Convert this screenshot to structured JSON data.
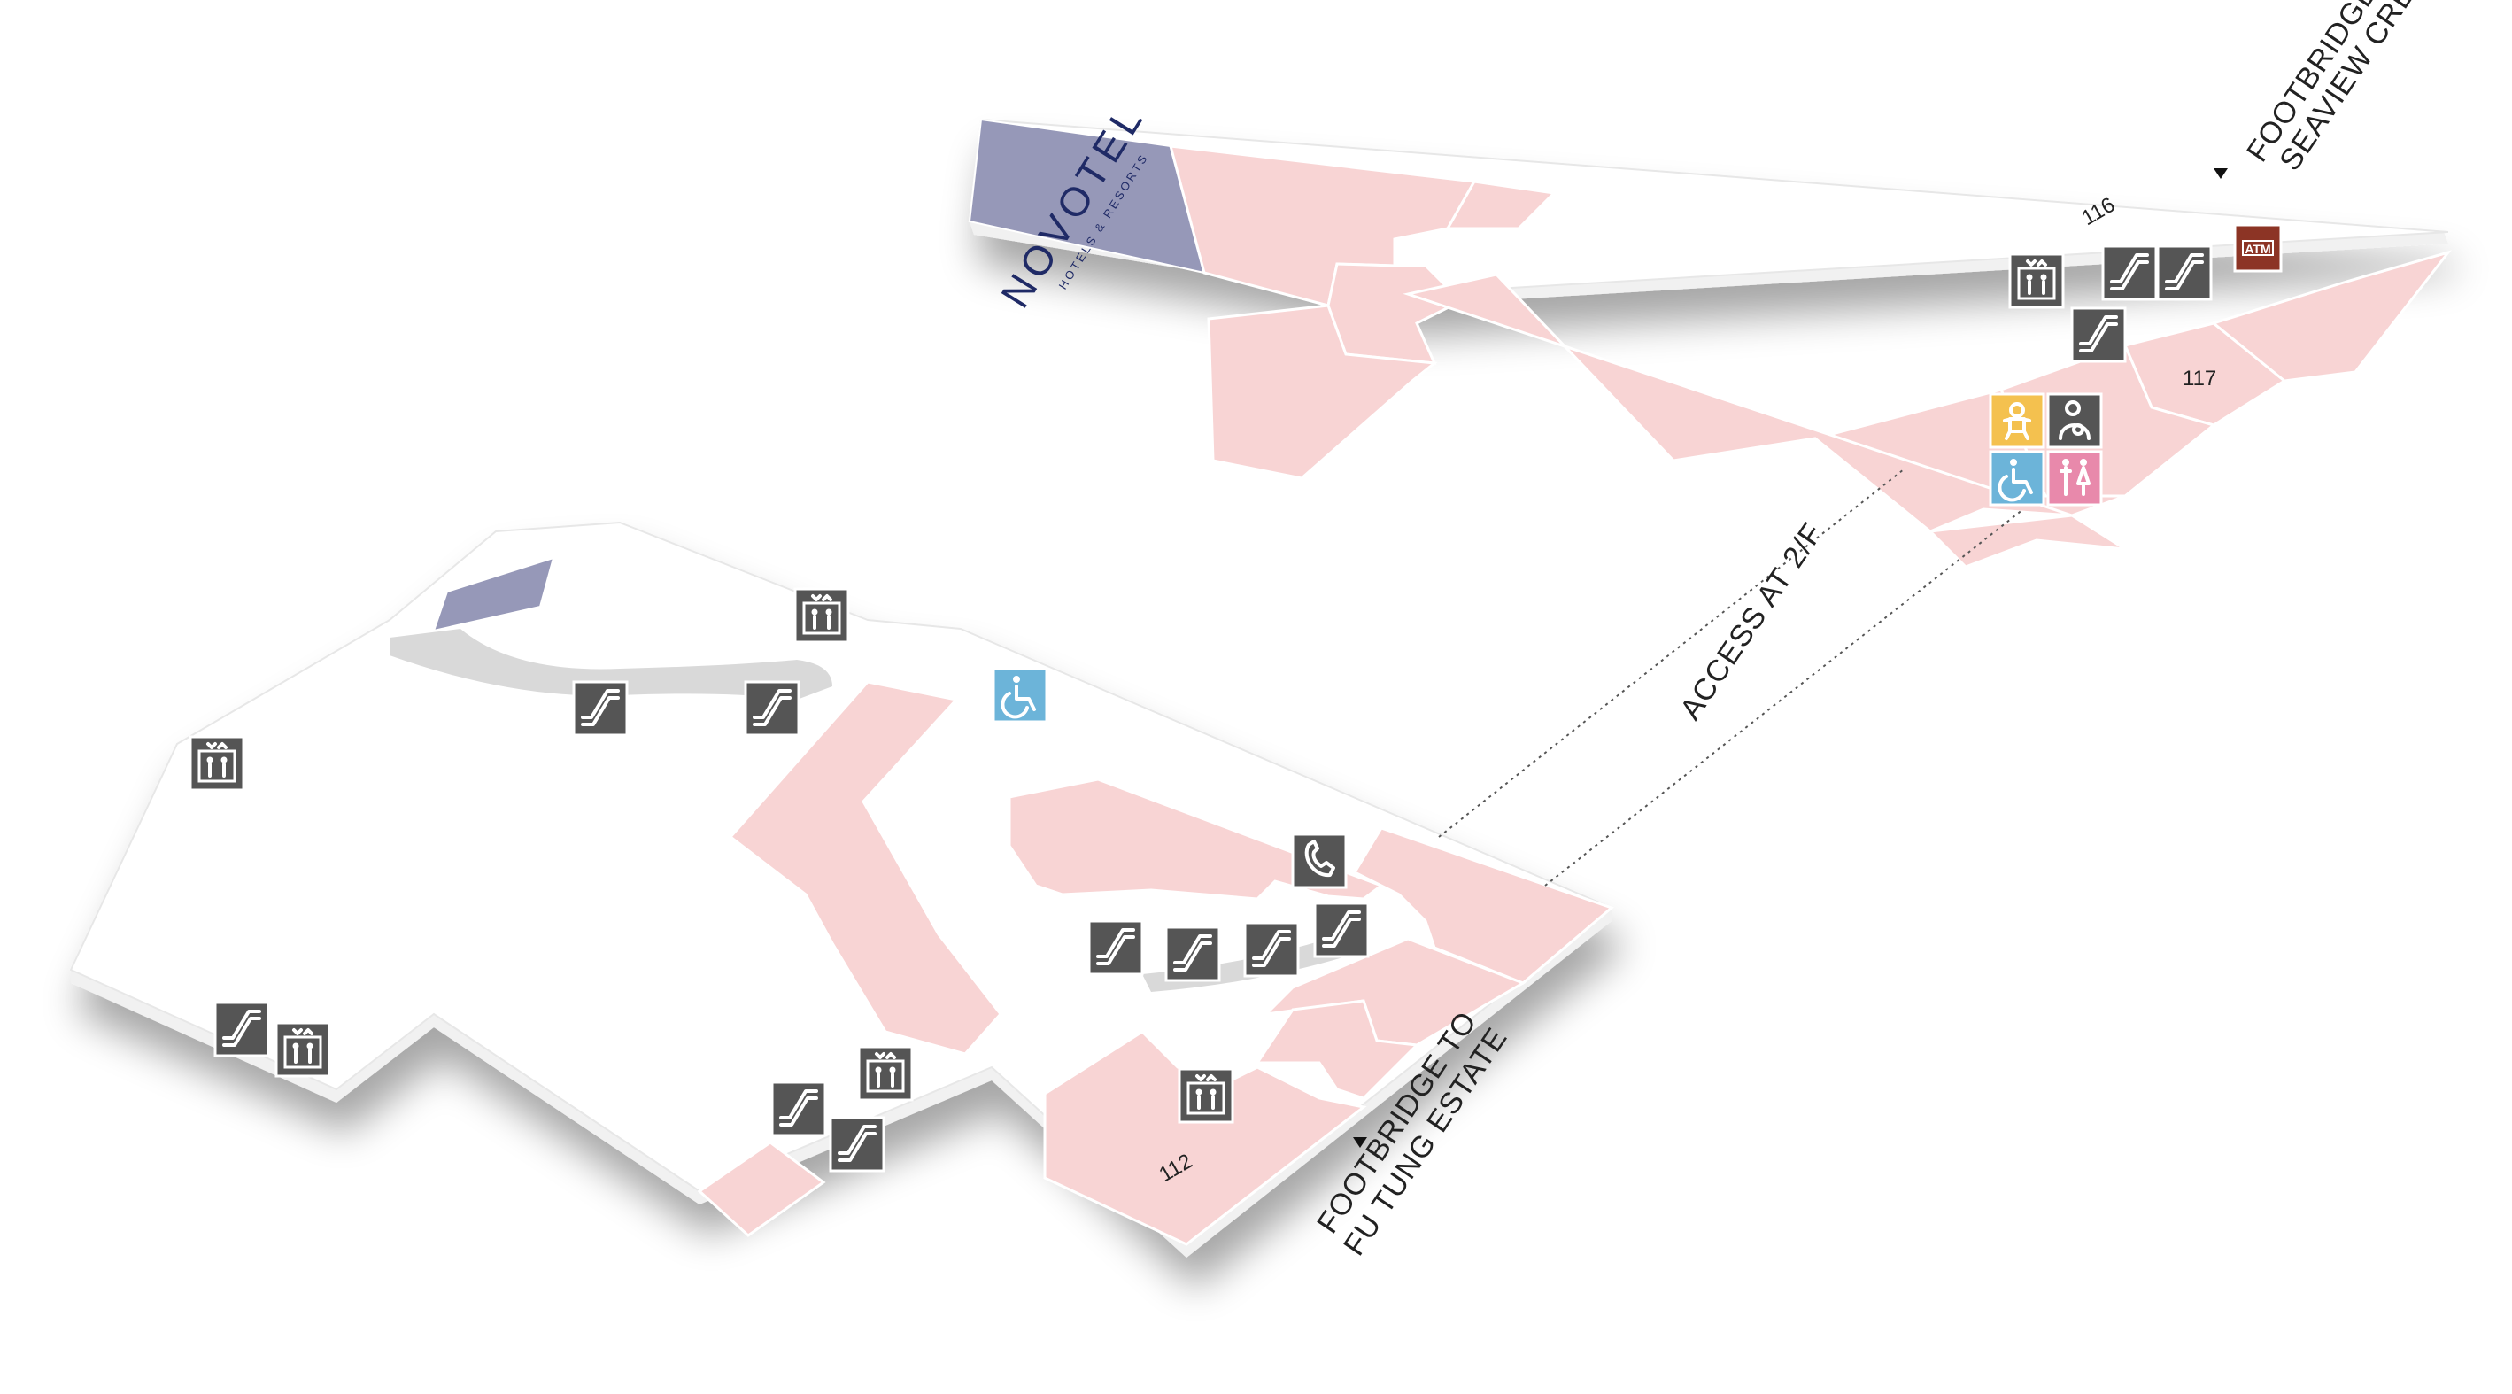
{
  "map": {
    "anchor_store": {
      "logo_text": "NOVOTEL",
      "logo_subtext": "HOTELS & RESORTS"
    },
    "units": [
      {
        "id": "unit-116",
        "label": "116"
      },
      {
        "id": "unit-117",
        "label": "117"
      },
      {
        "id": "unit-112",
        "label": "112"
      }
    ],
    "annotations": {
      "access": "ACCESS AT 2/F",
      "footbridge_seaview_line1": "FOOTBRIDGE TO",
      "footbridge_seaview_line2": "SEAVIEW CRESCENT",
      "footbridge_futung_line1": "FOOTBRIDGE TO",
      "footbridge_futung_line2": "FU TUNG ESTATE",
      "atm": "ATM"
    },
    "colors": {
      "shop": "#f8d4d4",
      "anchor": "#9698b8",
      "walkway": "#d9d9d9",
      "facility_icon": "#555555",
      "accessible_icon": "#6cb4d9",
      "baby_icon": "#f4c14f",
      "toilet_icon": "#e889ab",
      "atm_icon": "#8c3425"
    },
    "icons": [
      "lift-icon",
      "escalator-icon",
      "accessible-icon",
      "telephone-icon",
      "baby-change-icon",
      "nursing-room-icon",
      "toilet-icon",
      "atm-icon"
    ]
  }
}
